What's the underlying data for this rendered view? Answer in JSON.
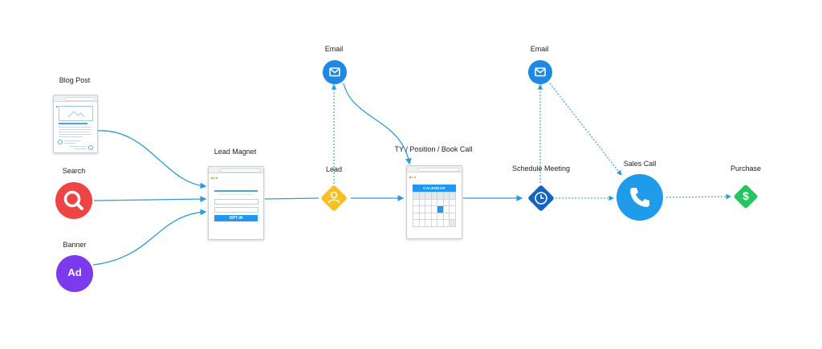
{
  "nodes": {
    "blog_post": {
      "label": "Blog Post"
    },
    "search": {
      "label": "Search"
    },
    "banner": {
      "label": "Banner",
      "badge": "Ad"
    },
    "lead_magnet": {
      "label": "Lead Magnet",
      "button": "OPT IN"
    },
    "email_1": {
      "label": "Email"
    },
    "lead": {
      "label": "Lead"
    },
    "ty_page": {
      "label": "TY / Position / Book Call",
      "calendar": "CALENDAR"
    },
    "email_2": {
      "label": "Email"
    },
    "schedule_meeting": {
      "label": "Schedule Meeting"
    },
    "sales_call": {
      "label": "Sales Call"
    },
    "purchase": {
      "label": "Purchase",
      "symbol": "$"
    }
  },
  "edges": [
    {
      "from": "blog_post",
      "to": "lead_magnet",
      "style": "solid"
    },
    {
      "from": "search",
      "to": "lead_magnet",
      "style": "solid"
    },
    {
      "from": "banner",
      "to": "lead_magnet",
      "style": "solid"
    },
    {
      "from": "lead_magnet",
      "to": "lead",
      "style": "solid"
    },
    {
      "from": "lead",
      "to": "email_1",
      "style": "dotted"
    },
    {
      "from": "email_1",
      "to": "ty_page",
      "style": "solid"
    },
    {
      "from": "lead",
      "to": "ty_page",
      "style": "solid"
    },
    {
      "from": "ty_page",
      "to": "schedule_meeting",
      "style": "solid"
    },
    {
      "from": "schedule_meeting",
      "to": "email_2",
      "style": "dotted"
    },
    {
      "from": "email_2",
      "to": "sales_call",
      "style": "dotted"
    },
    {
      "from": "schedule_meeting",
      "to": "sales_call",
      "style": "dotted"
    },
    {
      "from": "sales_call",
      "to": "purchase",
      "style": "dotted"
    }
  ],
  "colors": {
    "connector": "#2a9be0",
    "search": "#ef4444",
    "banner": "#7c3aed",
    "email": "#1e88e5",
    "lead": "#fbbf24",
    "schedule": "#1565c0",
    "sales_call": "#1e9be9",
    "purchase": "#22c55e"
  },
  "icons": {
    "search": "magnifier-icon",
    "email": "envelope-icon",
    "lead": "user-icon",
    "schedule": "clock-icon",
    "sales_call": "phone-icon",
    "purchase": "dollar-icon"
  }
}
